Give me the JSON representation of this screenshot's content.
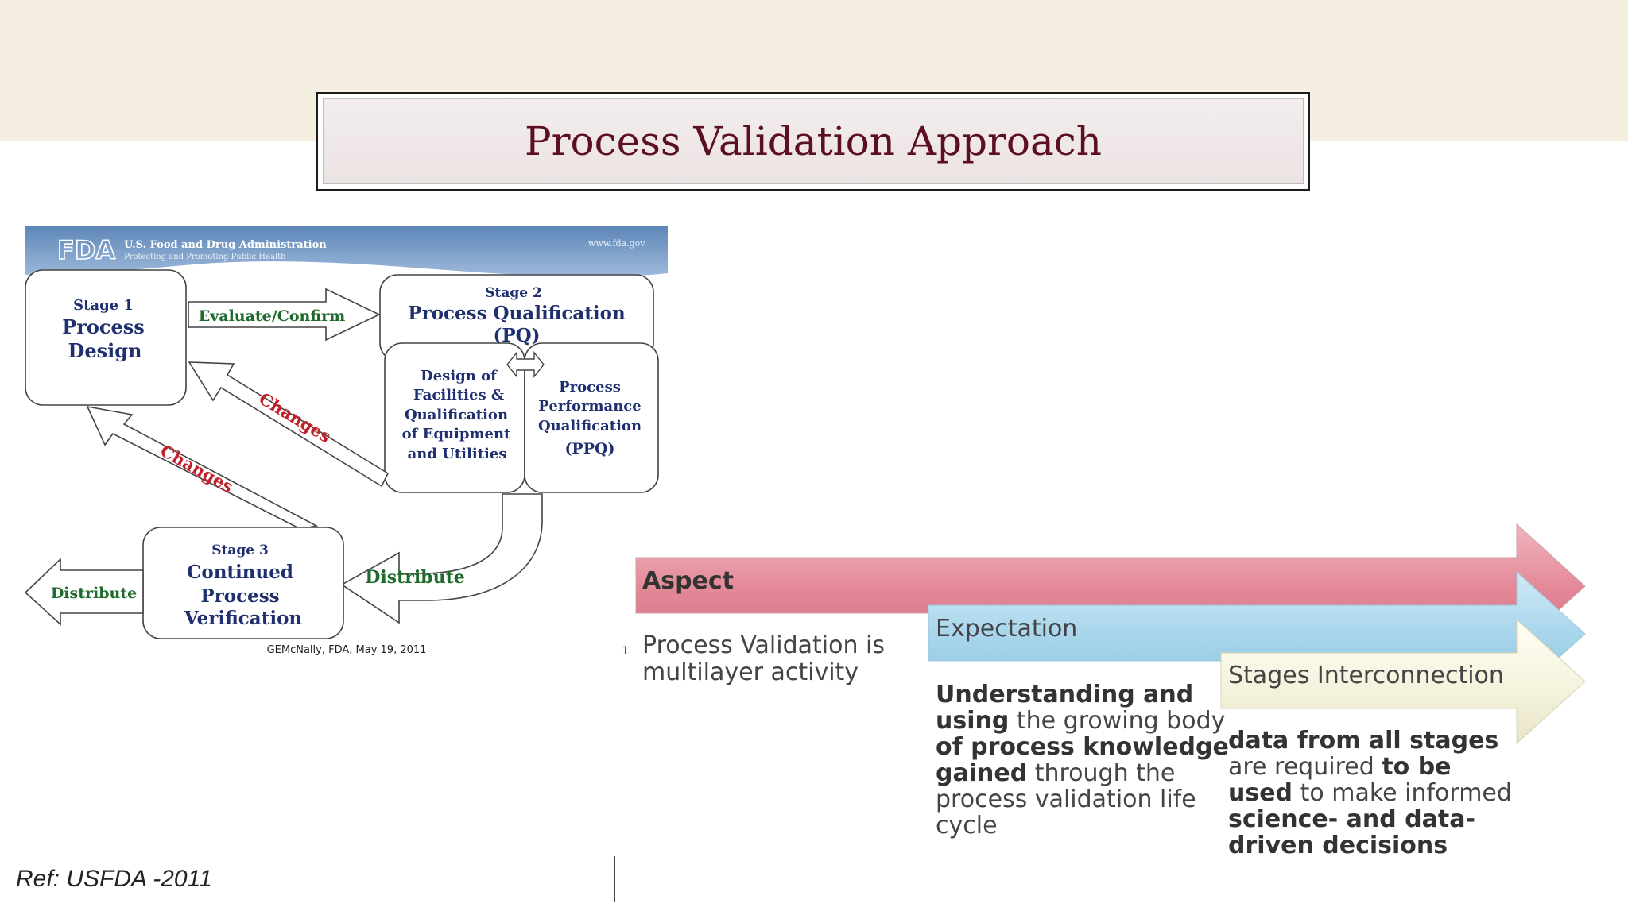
{
  "slide": {
    "title": "Process Validation Approach",
    "reference": "Ref: USFDA -2011"
  },
  "fda_figure": {
    "agency": "U.S. Food and Drug Administration",
    "tagline": "Protecting and Promoting Public Health",
    "website": "www.fda.gov",
    "stage1": {
      "stage": "Stage 1",
      "line1": "Process",
      "line2": "Design"
    },
    "stage2": {
      "stage": "Stage 2",
      "line1": "Process Qualification",
      "line2": "(PQ)"
    },
    "stage2a": [
      "Design of",
      "Facilities &",
      "Qualification",
      "of Equipment",
      "and Utilities"
    ],
    "stage2b": [
      "Process",
      "Performance",
      "Qualification",
      "(PPQ)"
    ],
    "stage3": {
      "stage": "Stage 3",
      "line1": "Continued",
      "line2": "Process",
      "line3": "Verification"
    },
    "arrow_evaluate": "Evaluate/Confirm",
    "arrow_changes": "Changes",
    "arrow_distribute": "Distribute",
    "credit": "GEMcNally, FDA, May 19, 2011"
  },
  "aspects": {
    "aspect_label": "Aspect",
    "aspect_number": "1",
    "aspect_body": "Process Validation is multilayer activity",
    "expectation_label": "Expectation",
    "expectation_body": {
      "b1": "Understanding and using",
      "t1": " the growing body ",
      "b2": "of process knowledge gained",
      "t2": " through the process validation life cycle"
    },
    "stages_label": "Stages Interconnection",
    "stages_body": {
      "b1": "data from all stages",
      "t1": " are required ",
      "b2": "to be used",
      "t2": " to make informed ",
      "b3": "science- and data-driven decisions"
    },
    "colors": {
      "aspect": "#e8909f",
      "expectation": "#b7def0",
      "stages": "#f7f6e6"
    }
  }
}
